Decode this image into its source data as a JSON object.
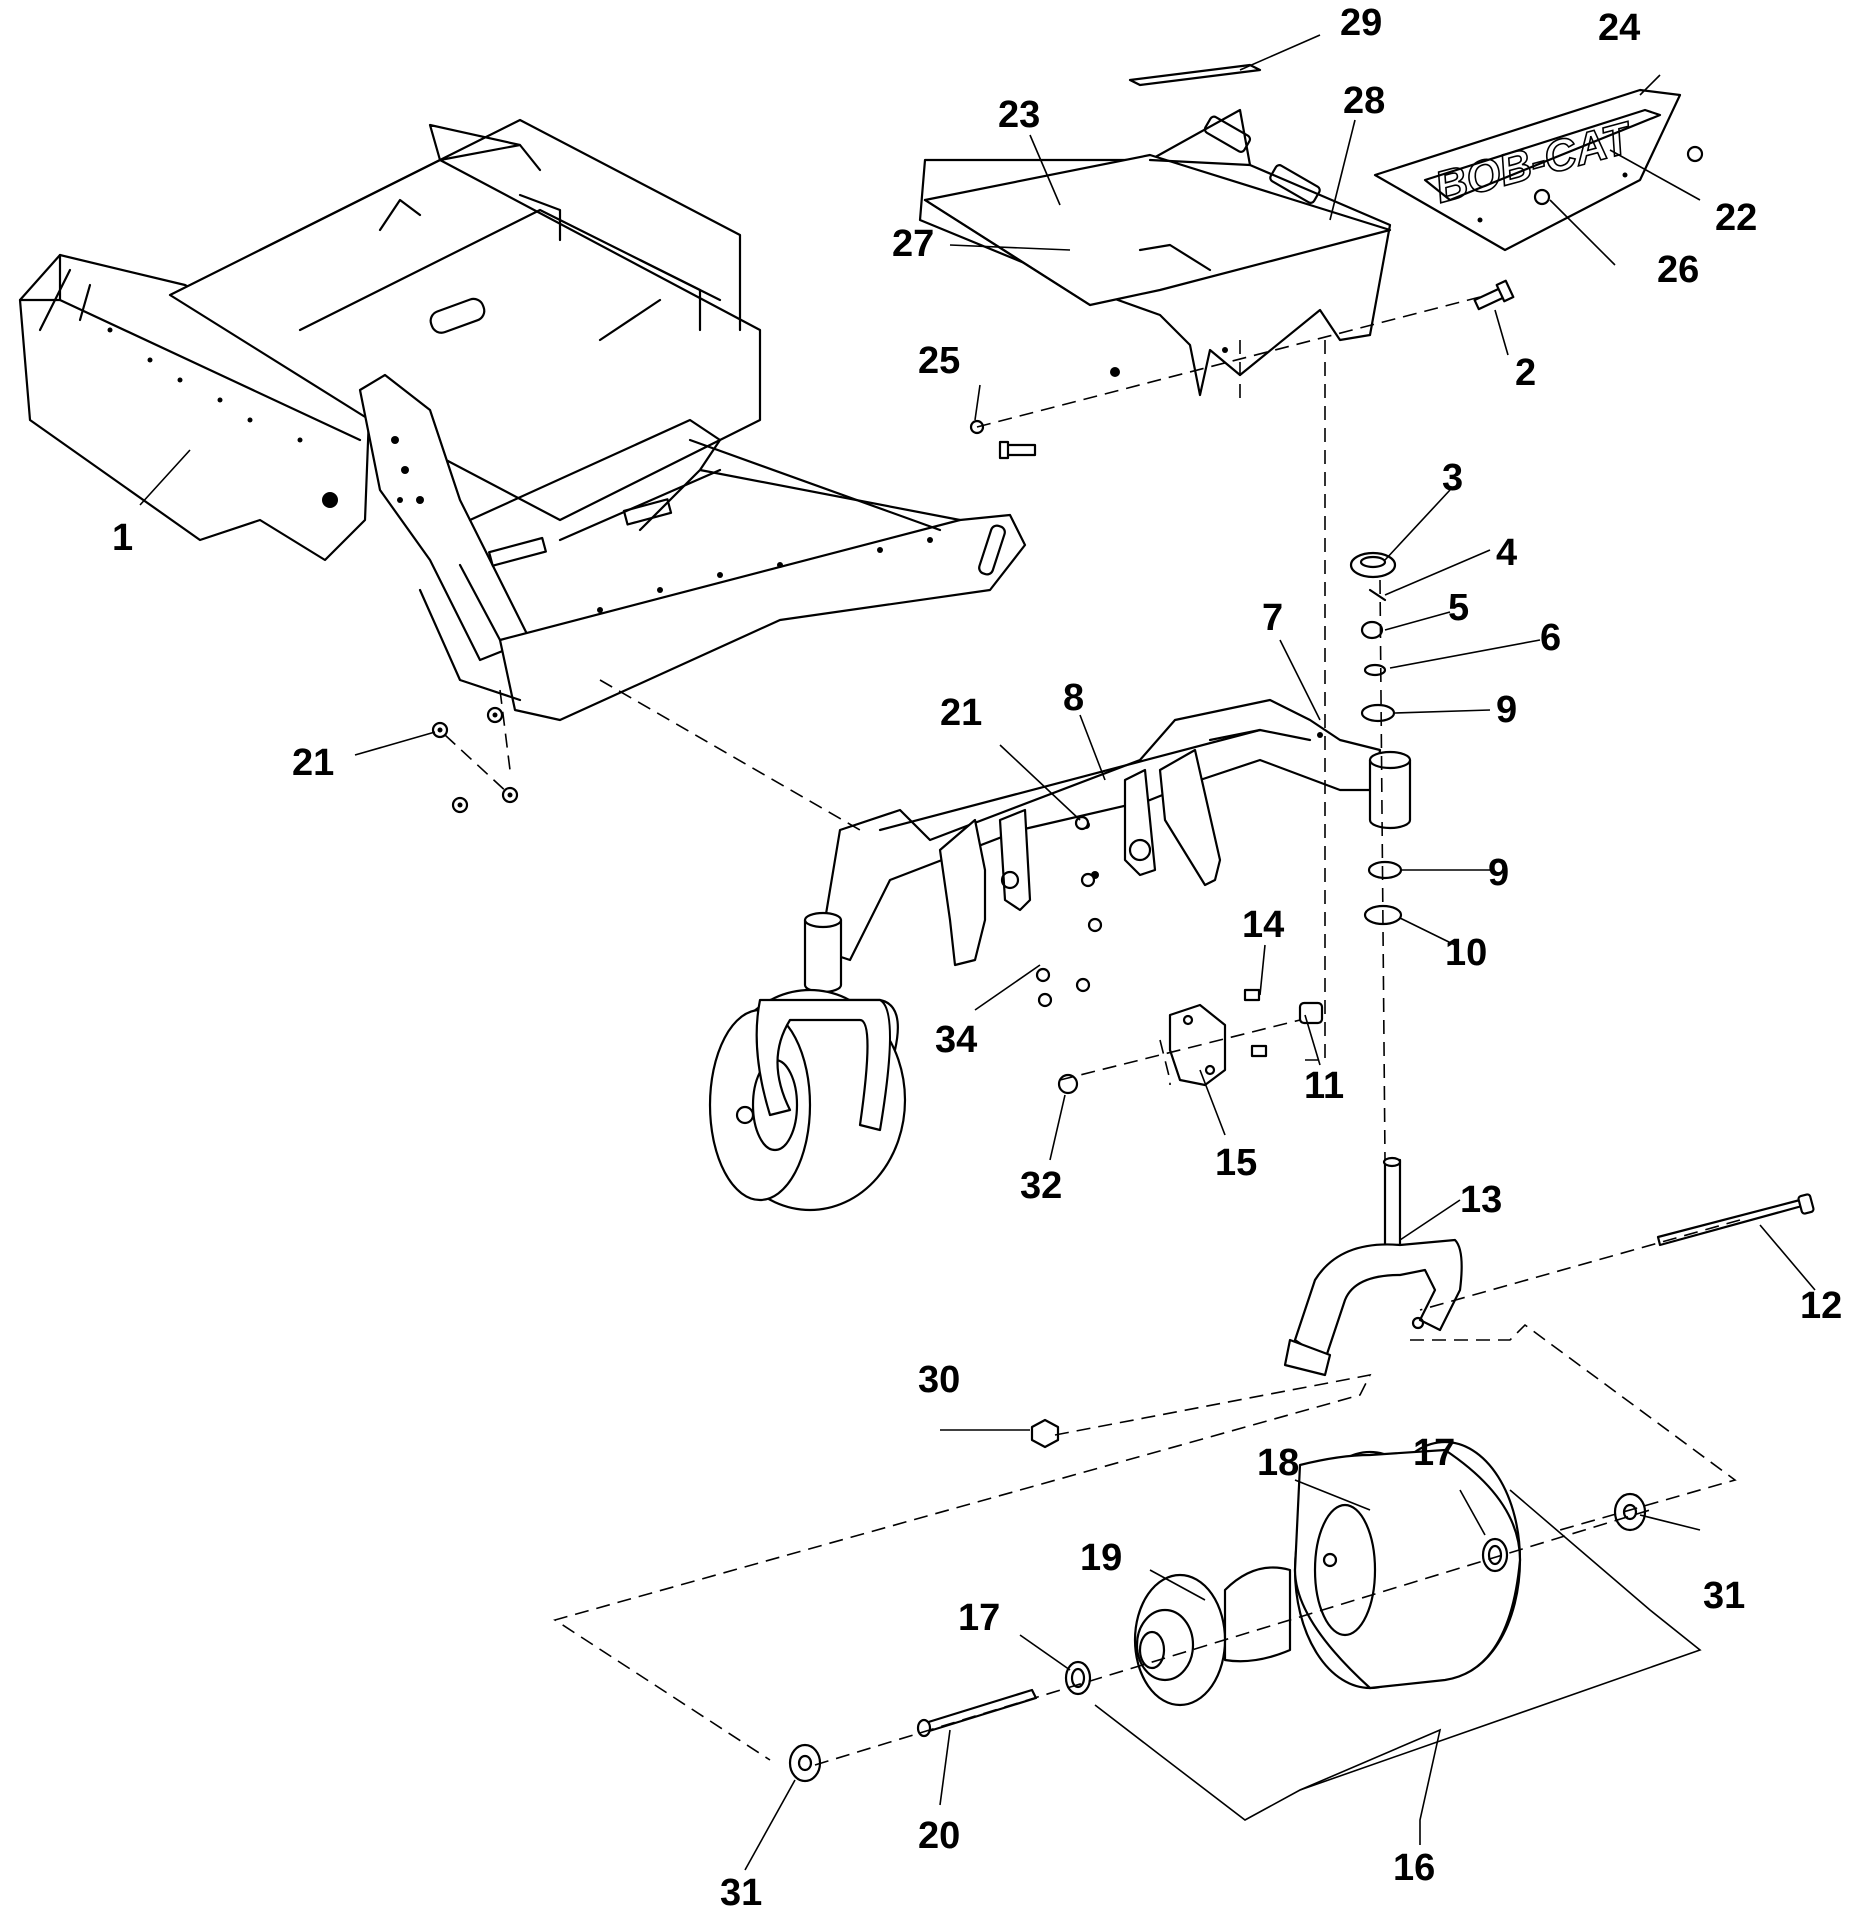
{
  "diagram": {
    "callouts": [
      {
        "id": "c1",
        "text": "1"
      },
      {
        "id": "c2",
        "text": "2"
      },
      {
        "id": "c3",
        "text": "3"
      },
      {
        "id": "c4",
        "text": "4"
      },
      {
        "id": "c5",
        "text": "5"
      },
      {
        "id": "c6",
        "text": "6"
      },
      {
        "id": "c7",
        "text": "7"
      },
      {
        "id": "c8",
        "text": "8"
      },
      {
        "id": "c9a",
        "text": "9"
      },
      {
        "id": "c9b",
        "text": "9"
      },
      {
        "id": "c10",
        "text": "10"
      },
      {
        "id": "c11",
        "text": "11"
      },
      {
        "id": "c12",
        "text": "12"
      },
      {
        "id": "c13",
        "text": "13"
      },
      {
        "id": "c14",
        "text": "14"
      },
      {
        "id": "c15",
        "text": "15"
      },
      {
        "id": "c16",
        "text": "16"
      },
      {
        "id": "c17a",
        "text": "17"
      },
      {
        "id": "c17b",
        "text": "17"
      },
      {
        "id": "c18",
        "text": "18"
      },
      {
        "id": "c19",
        "text": "19"
      },
      {
        "id": "c20",
        "text": "20"
      },
      {
        "id": "c21a",
        "text": "21"
      },
      {
        "id": "c21b",
        "text": "21"
      },
      {
        "id": "c22",
        "text": "22"
      },
      {
        "id": "c23",
        "text": "23"
      },
      {
        "id": "c24",
        "text": "24"
      },
      {
        "id": "c25",
        "text": "25"
      },
      {
        "id": "c26",
        "text": "26"
      },
      {
        "id": "c27",
        "text": "27"
      },
      {
        "id": "c28",
        "text": "28"
      },
      {
        "id": "c29",
        "text": "29"
      },
      {
        "id": "c30",
        "text": "30"
      },
      {
        "id": "c31a",
        "text": "31"
      },
      {
        "id": "c31b",
        "text": "31"
      },
      {
        "id": "c32",
        "text": "32"
      },
      {
        "id": "c34",
        "text": "34"
      }
    ],
    "brand_plate_text": "BOB-CAT"
  }
}
